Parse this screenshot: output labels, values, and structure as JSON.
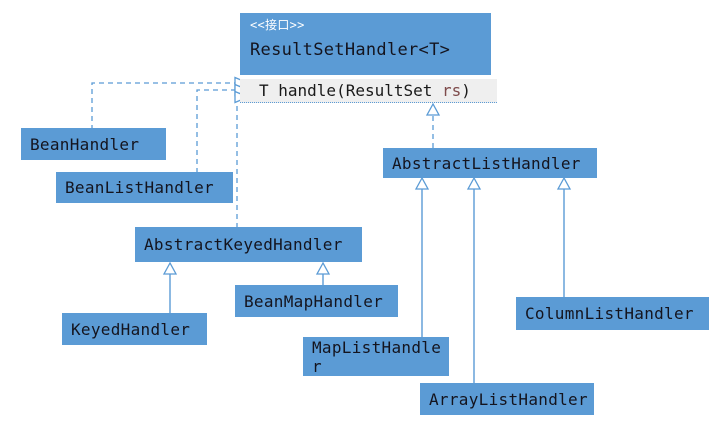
{
  "diagram": {
    "title": "ResultSetHandler UML class diagram",
    "colors": {
      "box_fill": "#5b9bd5",
      "line": "#5b9bd5",
      "method_bg": "#efefef",
      "text_dark": "#14141e",
      "text_white": "#ffffff",
      "param_red": "#7e4b4b"
    },
    "interface": {
      "stereotype": "<<接口>>",
      "name": "ResultSetHandler<T>",
      "method_prefix": "T handle(ResultSet ",
      "method_param": "rs",
      "method_suffix": ")"
    },
    "classes": [
      {
        "id": "bean-handler",
        "label": "BeanHandler"
      },
      {
        "id": "bean-list-handler",
        "label": "BeanListHandler"
      },
      {
        "id": "abstract-list-handler",
        "label": "AbstractListHandler"
      },
      {
        "id": "abstract-keyed-handler",
        "label": "AbstractKeyedHandler"
      },
      {
        "id": "bean-map-handler",
        "label": "BeanMapHandler"
      },
      {
        "id": "keyed-handler",
        "label": "KeyedHandler"
      },
      {
        "id": "column-list-handler",
        "label": "ColumnListHandler"
      },
      {
        "id": "map-list-handler",
        "label": "MapListHandle\nr"
      },
      {
        "id": "array-list-handler",
        "label": "ArrayListHandler"
      }
    ],
    "relations": [
      {
        "from": "BeanHandler",
        "to": "ResultSetHandler<T>",
        "type": "realization"
      },
      {
        "from": "BeanListHandler",
        "to": "ResultSetHandler<T>",
        "type": "realization"
      },
      {
        "from": "AbstractKeyedHandler",
        "to": "ResultSetHandler<T>",
        "type": "realization"
      },
      {
        "from": "AbstractListHandler",
        "to": "ResultSetHandler<T>",
        "type": "realization"
      },
      {
        "from": "KeyedHandler",
        "to": "AbstractKeyedHandler",
        "type": "generalization"
      },
      {
        "from": "BeanMapHandler",
        "to": "AbstractKeyedHandler",
        "type": "generalization"
      },
      {
        "from": "MapListHandler",
        "to": "AbstractListHandler",
        "type": "generalization"
      },
      {
        "from": "ArrayListHandler",
        "to": "AbstractListHandler",
        "type": "generalization"
      },
      {
        "from": "ColumnListHandler",
        "to": "AbstractListHandler",
        "type": "generalization"
      }
    ]
  }
}
